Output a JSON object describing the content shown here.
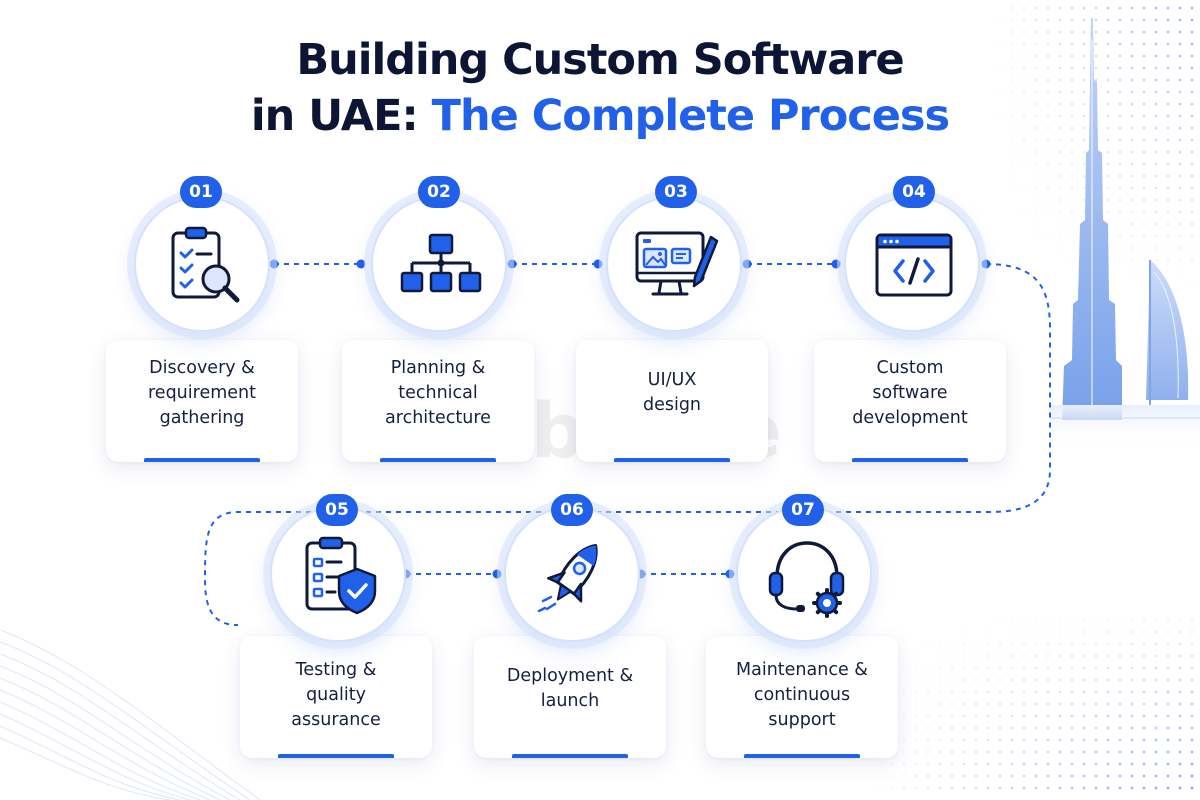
{
  "title": {
    "line1": "Building Custom Software",
    "line2_prefix": "in UAE: ",
    "line2_accent": "The Complete Process"
  },
  "colors": {
    "accent": "#2160e8",
    "title": "#0d1535",
    "text": "#16203f"
  },
  "watermark": "dubizzle",
  "steps": [
    {
      "number": "01",
      "label": "Discovery &\nrequirement\ngathering",
      "icon": "clipboard-magnifier-icon"
    },
    {
      "number": "02",
      "label": "Planning &\ntechnical\narchitecture",
      "icon": "hierarchy-icon"
    },
    {
      "number": "03",
      "label": "UI/UX\ndesign",
      "icon": "monitor-pen-icon"
    },
    {
      "number": "04",
      "label": "Custom\nsoftware\ndevelopment",
      "icon": "code-window-icon"
    },
    {
      "number": "05",
      "label": "Testing &\nquality\nassurance",
      "icon": "clipboard-shield-icon"
    },
    {
      "number": "06",
      "label": "Deployment &\nlaunch",
      "icon": "rocket-icon"
    },
    {
      "number": "07",
      "label": "Maintenance &\ncontinuous\nsupport",
      "icon": "headset-gear-icon"
    }
  ]
}
